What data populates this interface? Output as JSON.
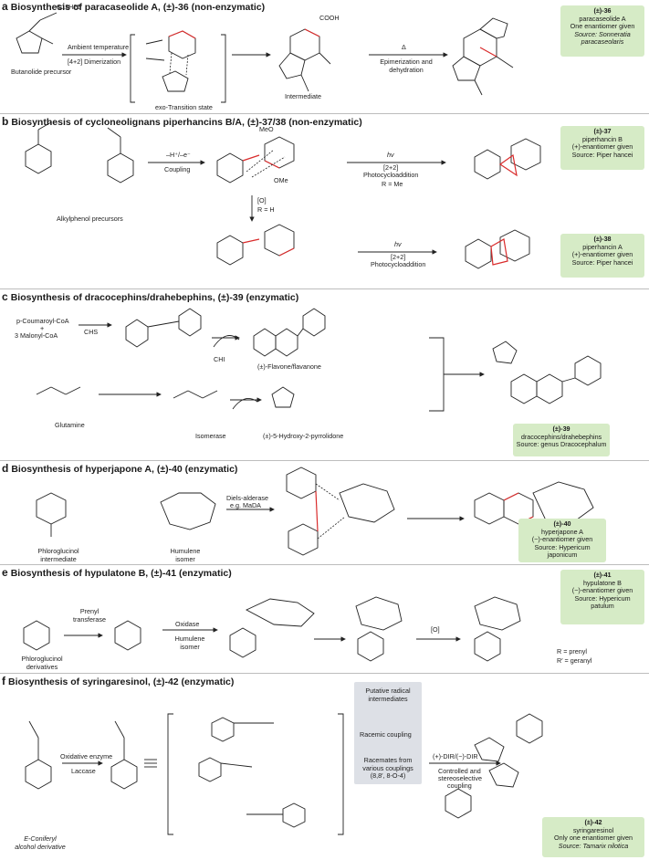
{
  "panels": {
    "a": {
      "letter": "a",
      "title": "Biosynthesis of paracaseolide A, (±)-36 (non-enzymatic)",
      "labels": {
        "precursor": "Butanolide precursor",
        "cond1": "Ambient temperature",
        "cond2": "[4+2] Dimerization",
        "ts": "exo-Transition state",
        "intermediate": "Intermediate",
        "delta": "Δ",
        "cond3": "Epimerization and dehydration",
        "chain": "C12H25",
        "cooh": "COOH"
      },
      "badge": {
        "id": "(±)-36",
        "l1": "paracaseolide A",
        "l2": "One enantiomer given",
        "l3": "Source: Sonneratia paracaseolaris"
      }
    },
    "b": {
      "letter": "b",
      "title": "Biosynthesis of cycloneolignans piperhancins B/A, (±)-37/38 (non-enzymatic)",
      "labels": {
        "precursors": "Alkylphenol precursors",
        "coupling_top": "–H⁺/–e⁻",
        "coupling": "Coupling",
        "hv1": "hv",
        "pc1": "[2+2]",
        "pc1b": "Photocycloaddition",
        "rme": "R = Me",
        "ox": "[O]",
        "rh": "R = H",
        "hv2": "hv",
        "pc2": "[2+2]",
        "pc2b": "Photocycloaddition",
        "ome": "OMe",
        "meo": "MeO"
      },
      "badge37": {
        "id": "(±)-37",
        "l1": "piperhancin B",
        "l2": "(+)-enantiomer given",
        "l3": "Source: Piper hancei"
      },
      "badge38": {
        "id": "(±)-38",
        "l1": "piperhancin A",
        "l2": "(+)-enantiomer given",
        "l3": "Source: Piper hancei"
      }
    },
    "c": {
      "letter": "c",
      "title": "Biosynthesis of dracocephins/drahebephins, (±)-39 (enzymatic)",
      "labels": {
        "coa1": "p-Coumaroyl-CoA",
        "plus": "+",
        "coa2": "3 Malonyl-CoA",
        "chs": "CHS",
        "chi": "CHI",
        "flavone": "(±)-Flavone/flavanone",
        "glutamine": "Glutamine",
        "isomerase": "Isomerase",
        "pyrrolidone": "(±)-5-Hydroxy-2-pyrrolidone"
      },
      "badge": {
        "id": "(±)-39",
        "l1": "dracocephins/drahebephins",
        "l2": "Source: genus Dracocephalum"
      }
    },
    "d": {
      "letter": "d",
      "title": "Biosynthesis of hyperjapone A, (±)-40 (enzymatic)",
      "labels": {
        "phloro": "Phloroglucinol intermediate",
        "humulene": "Humulene isomer",
        "da1": "Diels-alderase",
        "da2": "e.g. MaDA"
      },
      "badge": {
        "id": "(±)-40",
        "l1": "hyperjapone A",
        "l2": "(−)-enantiomer given",
        "l3": "Source: Hypericum japonicum"
      }
    },
    "e": {
      "letter": "e",
      "title": "Biosynthesis of hypulatone B, (±)-41 (enzymatic)",
      "labels": {
        "deriv": "Phloroglucinol derivatives",
        "prenyl": "Prenyl transferase",
        "oxidase": "Oxidase",
        "humulene": "Humulene isomer",
        "ox": "[O]",
        "rdef": "R = prenyl",
        "r2def": "R′ = geranyl"
      },
      "badge": {
        "id": "(±)-41",
        "l1": "hypulatone B",
        "l2": "(−)-enantiomer given",
        "l3": "Source: Hypericum patulum"
      }
    },
    "f": {
      "letter": "f",
      "title": "Biosynthesis of syringaresinol, (±)-42 (enzymatic)",
      "labels": {
        "coniferyl": "E-Coniferyl alcohol derivative",
        "enz1": "Oxidative enzyme",
        "enz2": "Laccase",
        "box1": "Putative radical intermediates",
        "box2": "Racemic coupling",
        "box3": "Racemates from various couplings (8,8′, 8-O-4)",
        "dir": "(+)-DIR/(−)-DIR",
        "cond1": "Controlled and",
        "cond2": "stereoselective",
        "cond3": "coupling"
      },
      "badge": {
        "id": "(±)-42",
        "l1": "syringaresinol",
        "l2": "Only one enantiomer given",
        "l3": "Source: Tamarix nilotica"
      }
    }
  }
}
